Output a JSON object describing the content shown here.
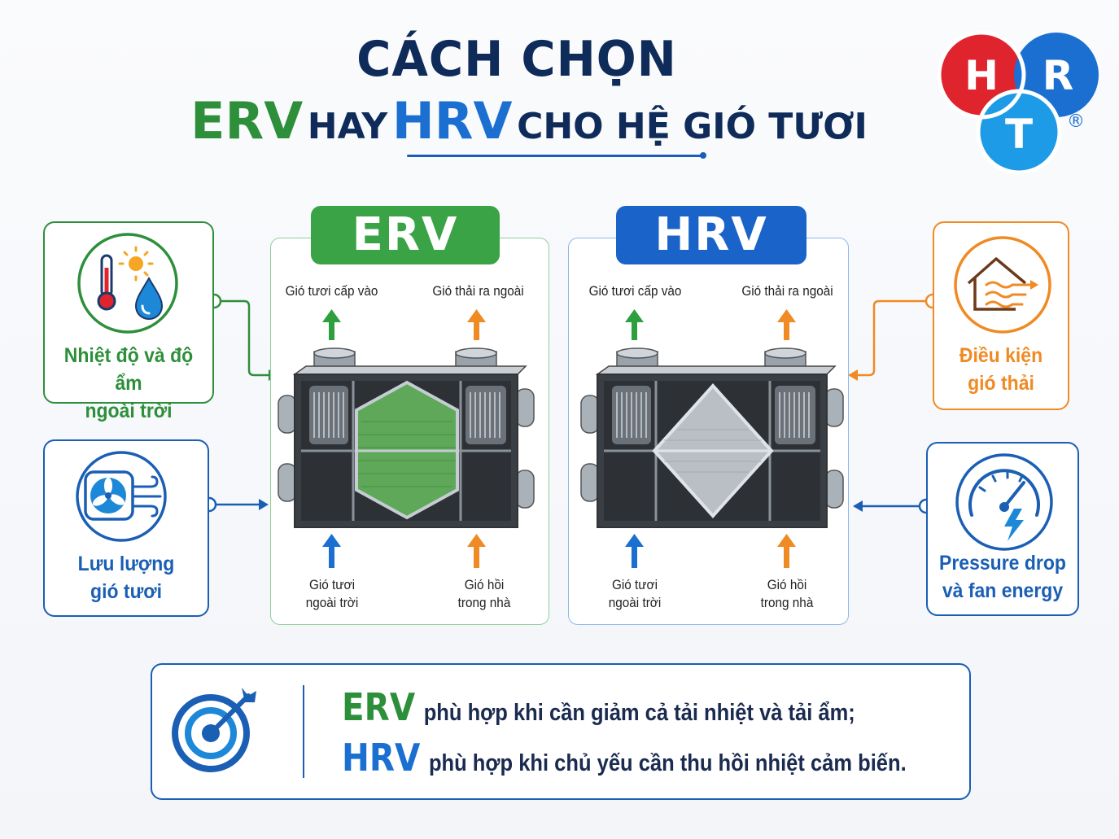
{
  "title": {
    "line1": "CÁCH CHỌN",
    "erv": "ERV",
    "hay": "HAY",
    "hrv": "HRV",
    "rest": "CHO HỆ GIÓ TƯƠI"
  },
  "logo": {
    "h": "H",
    "r": "R",
    "t": "T",
    "registered": "®"
  },
  "colors": {
    "green": "#2e8f3b",
    "blue": "#1a6fd1",
    "orange": "#f08a24",
    "navy": "#0f2b5a"
  },
  "factors": {
    "climate": {
      "label_1": "Nhiệt độ và độ ẩm",
      "label_2": "ngoài trời",
      "icon": "thermometer-sun-drop-icon"
    },
    "airflow": {
      "label_1": "Lưu lượng",
      "label_2": "gió tươi",
      "icon": "fan-wind-icon"
    },
    "exhaust": {
      "label_1": "Điều kiện",
      "label_2": "gió thải",
      "icon": "house-exhaust-icon"
    },
    "pressure": {
      "label_1": "Pressure drop",
      "label_2": "và fan energy",
      "icon": "gauge-bolt-icon"
    }
  },
  "erv": {
    "badge": "ERV",
    "supply_top": "Gió tươi cấp vào",
    "exhaust_top": "Gió thải ra ngoài",
    "outdoor_1": "Gió tươi",
    "outdoor_2": "ngoài trời",
    "return_1": "Gió hồi",
    "return_2": "trong nhà"
  },
  "hrv": {
    "badge": "HRV",
    "supply_top": "Gió tươi cấp vào",
    "exhaust_top": "Gió thải ra ngoài",
    "outdoor_1": "Gió tươi",
    "outdoor_2": "ngoài trời",
    "return_1": "Gió hồi",
    "return_2": "trong nhà"
  },
  "conclusion": {
    "erv_key": "ERV",
    "erv_text": "phù hợp khi cần giảm cả tải nhiệt và tải ẩm;",
    "hrv_key": "HRV",
    "hrv_text": "phù hợp khi chủ yếu cần thu hồi nhiệt cảm biến.",
    "icon": "target-arrow-icon"
  }
}
